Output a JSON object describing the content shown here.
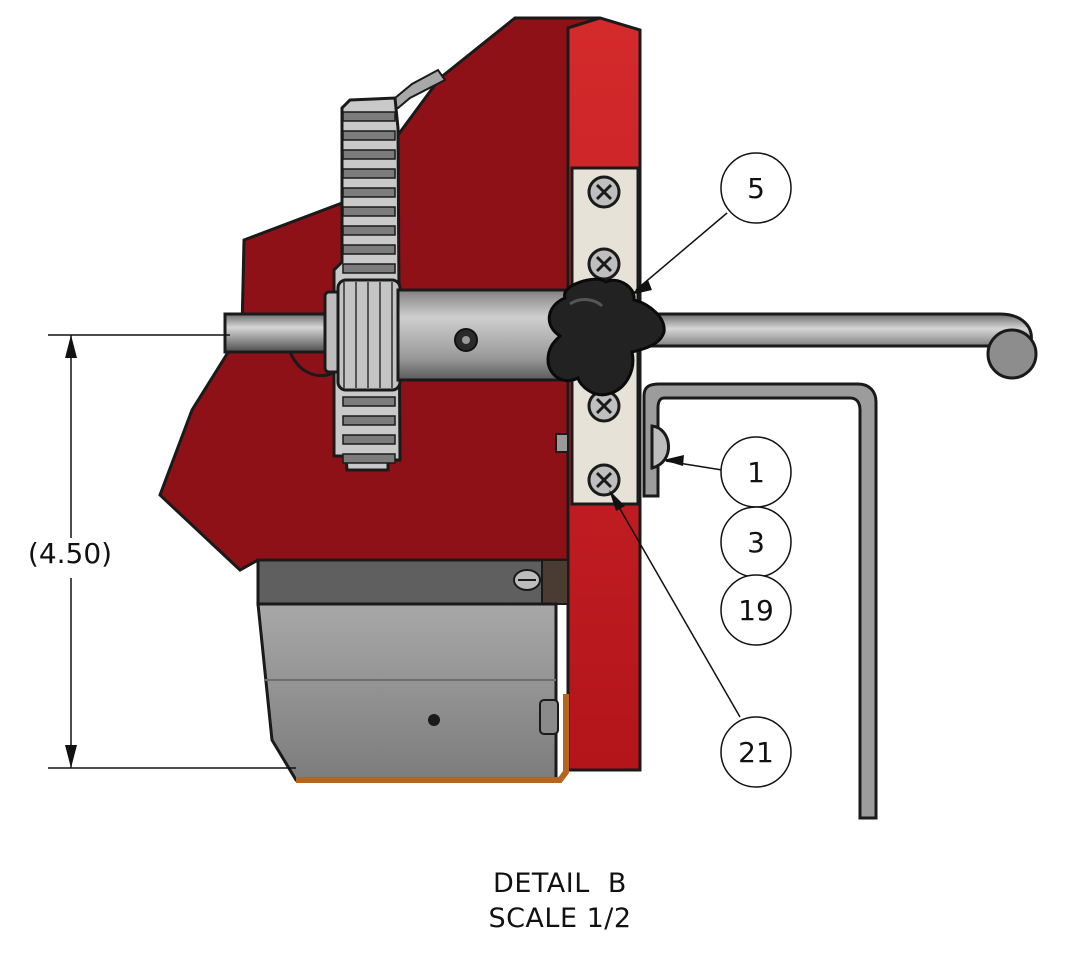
{
  "view": {
    "title": "DETAIL  B",
    "scale": "SCALE 1/2"
  },
  "dimension": {
    "label": "(4.50)"
  },
  "balloons": [
    {
      "id": "balloon-5",
      "label": "5"
    },
    {
      "id": "balloon-1",
      "label": "1"
    },
    {
      "id": "balloon-3",
      "label": "3"
    },
    {
      "id": "balloon-19",
      "label": "19"
    },
    {
      "id": "balloon-21",
      "label": "21"
    }
  ],
  "colors": {
    "red_body": "#8e1118",
    "red_post": "#cc1f24",
    "steel": "#9c9c9c",
    "knob": "#222222",
    "plate": "#e6e2d8",
    "galvanized": "#8a8a8a",
    "copper_strip": "#b5651d"
  }
}
